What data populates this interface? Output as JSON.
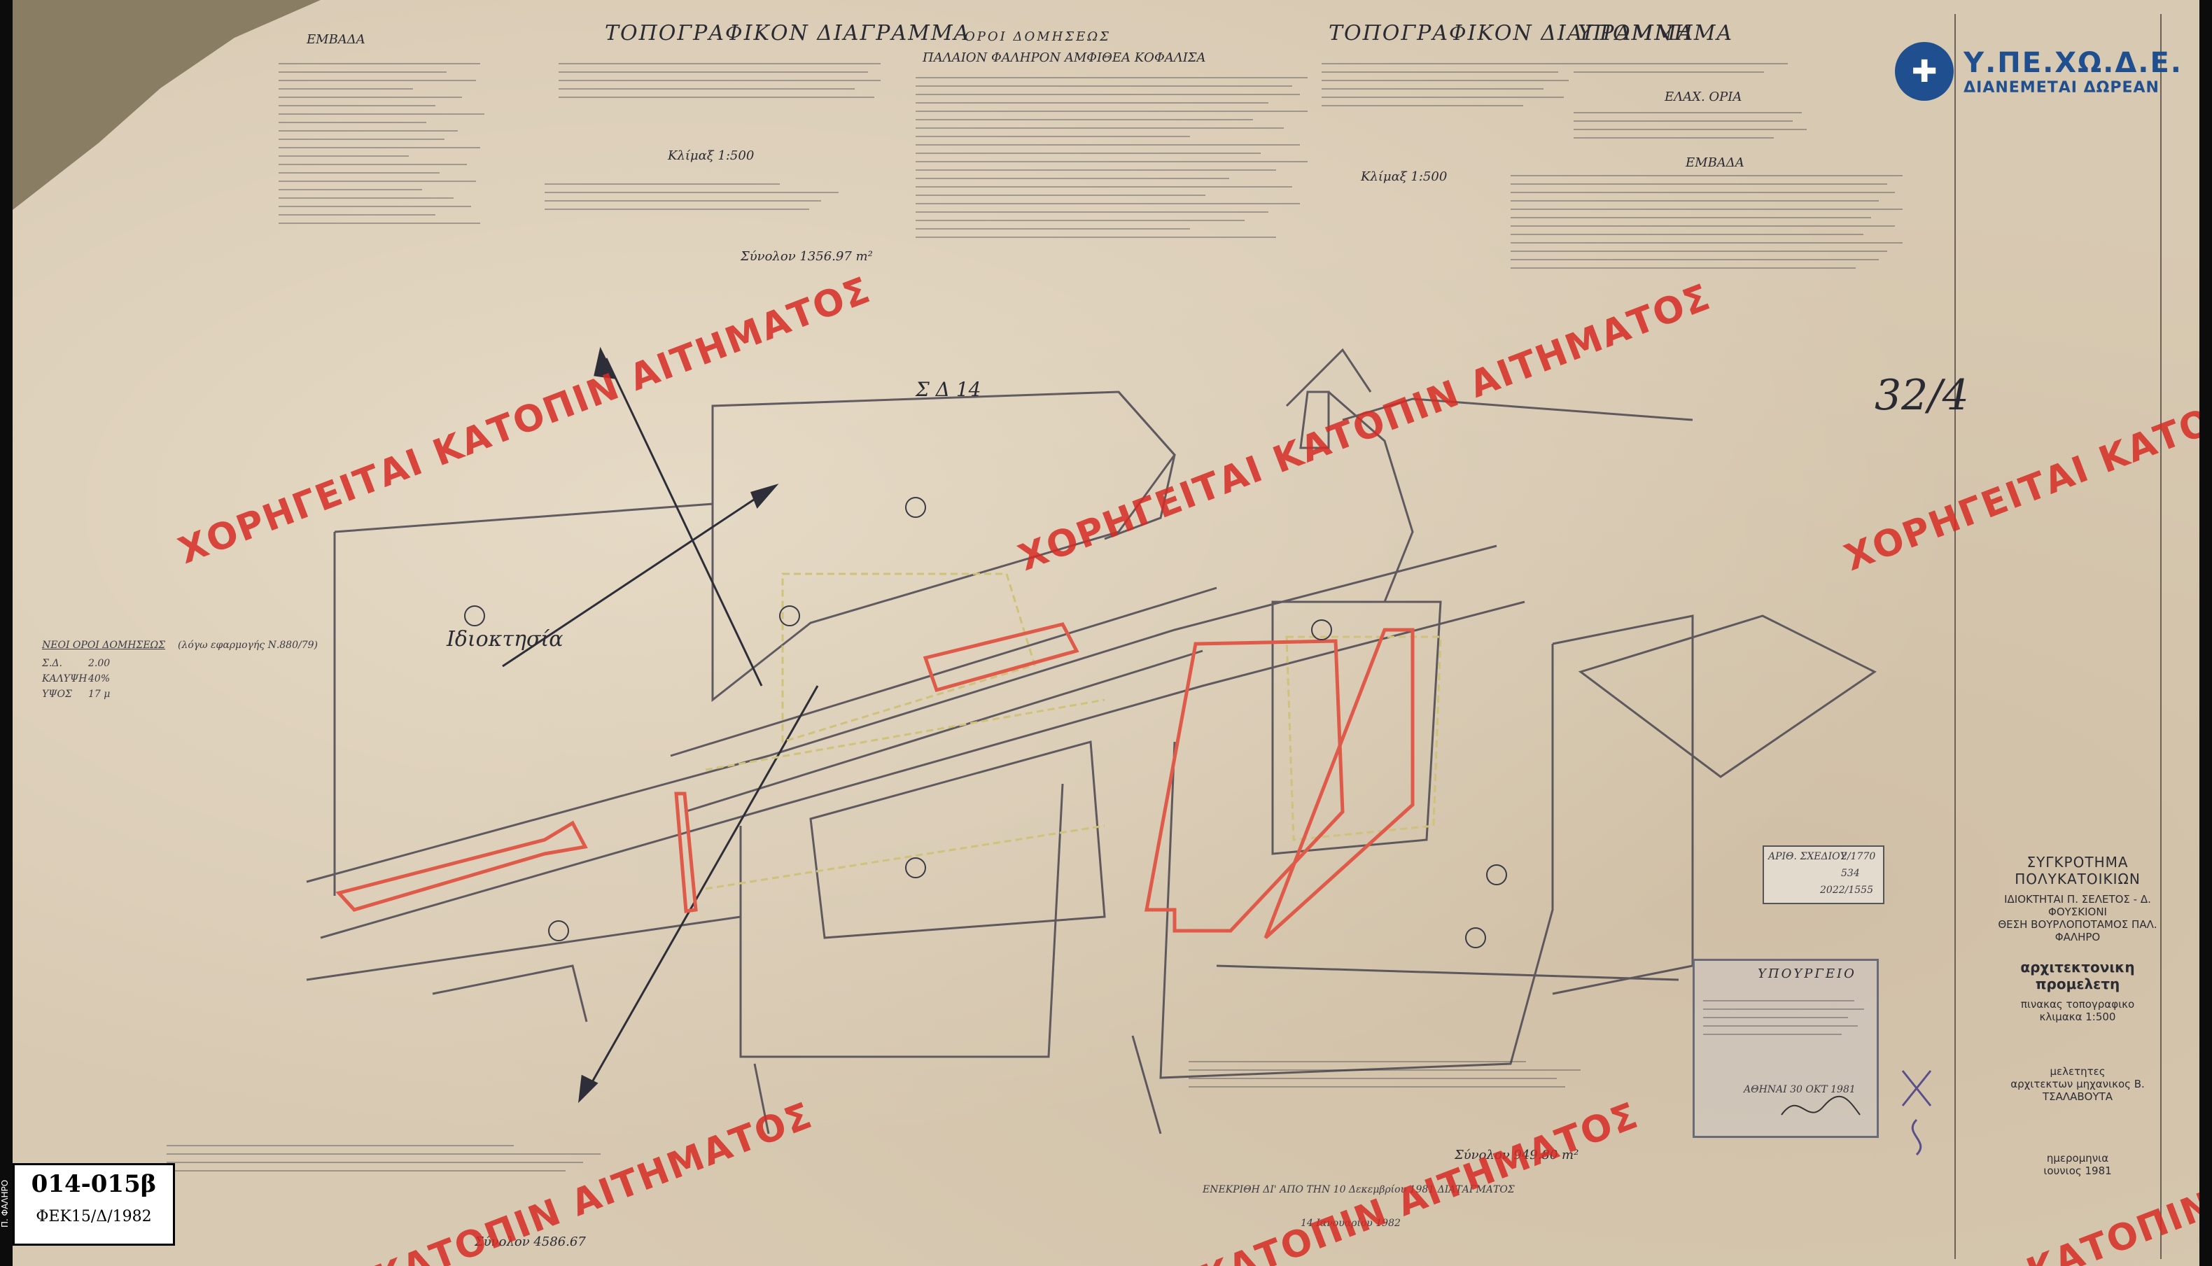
{
  "side_label": "Π. ΦΑΛΗΡΟ",
  "sheet": {
    "code": "014-015β",
    "fek": "ΦΕΚ15/Δ/1982"
  },
  "logo": {
    "line1": "Υ.ΠΕ.ΧΩ.Δ.Ε.",
    "line2": "ΔΙΑΝΕΜΕΤΑΙ ΔΩΡΕΑΝ"
  },
  "watermark": "ΧΟΡΗΓΕΙΤΑΙ ΚΑΤΟΠΙΝ ΑΙΤΗΜΑΤΟΣ",
  "watermark_partial": "ΚΑΤΟΠΙΝ ΑΙΤΗΜΑΤΟΣ",
  "headings": {
    "left_table": "ΕΜΒΑΔΑ",
    "topo1": "ΤΟΠΟΓΡΑΦΙΚΟΝ ΔΙΑΓΡΑΜΜΑ",
    "terms": "ΟΡΟΙ ΔΟΜΗΣΕΩΣ",
    "terms_sub": "ΠΑΛΑΙΟΝ ΦΑΛΗΡΟΝ ΑΜΦΙΘΕΑ ΚΟΦΑΛΙΣΑ",
    "topo2": "ΤΟΠΟΓΡΑΦΙΚΟΝ ΔΙΑΓΡΑΜΜΑ",
    "legend": "ΥΠΟΜΝΗΜΑ",
    "elax": "ΕΛΑΧ. ΟΡΙΑ",
    "emvada2": "ΕΜΒΑΔΑ",
    "scale1": "Κλίμαξ 1:500",
    "scale2": "Κλίμαξ 1:500",
    "zone": "Σ Δ 14",
    "sheet_ref": "32/4",
    "idiotisia": "Ιδιοκτησία",
    "new_terms": "ΝΕΟΙ ΟΡΟΙ ΔΟΜΗΣΕΩΣ",
    "new_terms_law": "(λόγω εφαρμογής Ν.880/79)",
    "sd": "Σ.Δ.",
    "sd_val": "2.00",
    "kalypsi": "ΚΑΛΥΨΗ",
    "kalypsi_val": "40%",
    "ypsos": "ΥΨΟΣ",
    "ypsos_val": "17 μ",
    "total1": "Σύνολον 1356.97 m²",
    "total2": "Σύνολον 4586.67",
    "total3": "Σύνολον 949.80 m²"
  },
  "title_block": {
    "project": "ΣΥΓΚΡΟΤΗΜΑ",
    "project2": "ΠΟΛΥΚΑΤΟΙΚΙΩΝ",
    "owners": "ΙΔΙΟΚΤΗΤΑΙ   Π. ΣΕΛΕΤΟΣ - Δ. ΦΟΥΣΚΙΟΝΙ",
    "location": "ΘΕΣΗ   ΒΟΥΡΛΟΠΟΤΑΜΟΣ  ΠΑΛ. ΦΑΛΗΡΟ",
    "study": "αρχιτεκτονικη  προμελετη",
    "drawing": "πινακας   τοπογραφικο",
    "scale": "κλιμακα    1:500",
    "designers": "μελετητες",
    "designer_names": "αρχιτεκτων μηχανικος   Β. ΤΣΑΛΑΒΟΥΤΑ",
    "date_label": "ημερομηνια",
    "date": "ιουνιος   1981"
  },
  "archive": {
    "no_label": "ΑΡΙΘ. ΣΧΕΔΙΟΥ",
    "no": "2/1770",
    "file": "534",
    "ref": "2022/1555"
  },
  "stamp": {
    "title": "ΥΠΟΥΡΓΕΙΟ",
    "date": "ΑΘΗΝΑΙ 30 ΟΚΤ 1981"
  },
  "approval": {
    "line1": "ΕΝΕΚΡΙΘΗ ΔΙ' ΑΠΟ ΤΗΝ 10 Δεκεμβρίου 1981 ΔΙΑΤΑΓΜΑΤΟΣ",
    "line2": "14 Ιανουαρίου 1982"
  },
  "colors": {
    "paper": "#d8c9b2",
    "ink": "#2a2a33",
    "red_boundary": "#e05a4a",
    "yellow_line": "#cfc27a",
    "watermark": "#d62c24",
    "logo_blue": "#1f4f8f"
  }
}
